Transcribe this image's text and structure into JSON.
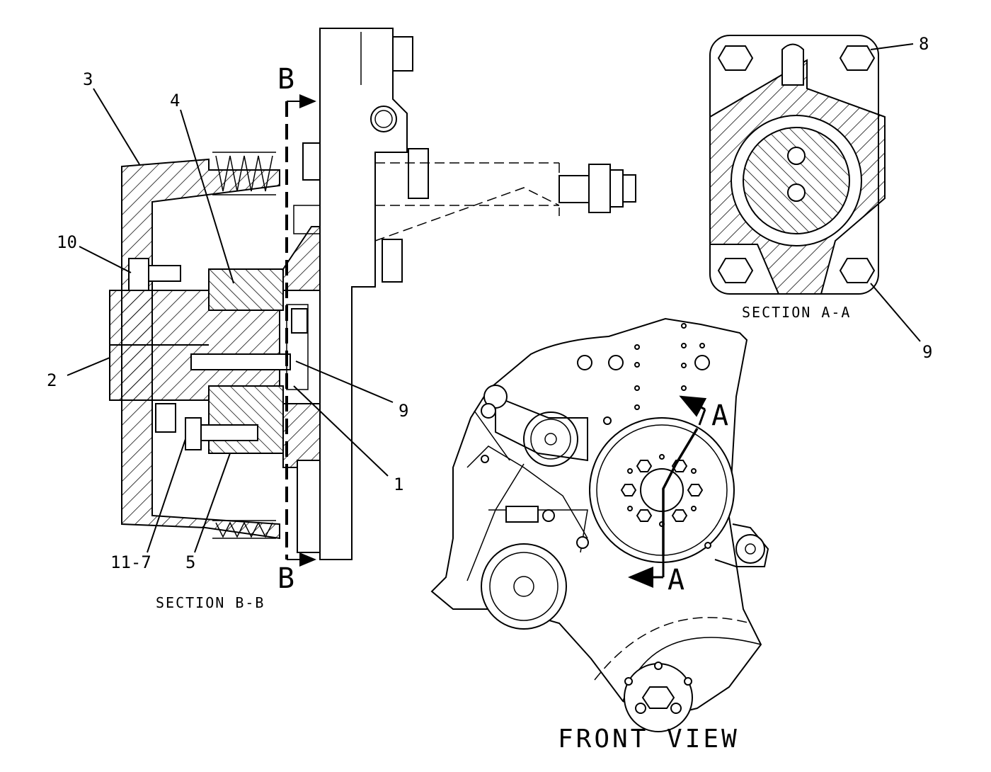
{
  "section_b": {
    "caption": "SECTION B-B",
    "cut_mark": "B",
    "callouts": [
      "3",
      "4",
      "10",
      "2",
      "9",
      "1",
      "11-7",
      "5"
    ]
  },
  "section_a": {
    "caption": "SECTION A-A",
    "callouts": [
      "8",
      "9"
    ]
  },
  "front_view": {
    "caption": "FRONT VIEW",
    "cut_mark": "A"
  }
}
